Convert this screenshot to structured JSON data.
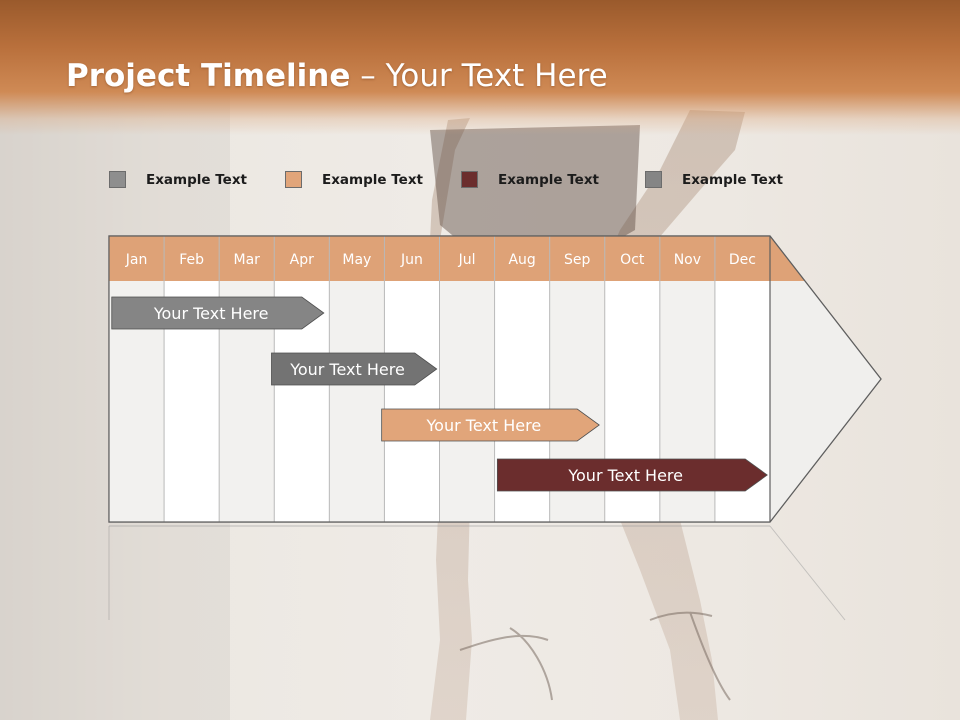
{
  "title": {
    "bold": "Project Timeline",
    "rest": " – Your Text Here"
  },
  "legend": [
    {
      "label": "Example Text",
      "color": "#8e8e8e"
    },
    {
      "label": "Example Text",
      "color": "#e1a57a"
    },
    {
      "label": "Example Text",
      "color": "#6b2d2d"
    },
    {
      "label": "Example Text",
      "color": "#858585"
    }
  ],
  "months": [
    "Jan",
    "Feb",
    "Mar",
    "Apr",
    "May",
    "Jun",
    "Jul",
    "Aug",
    "Sep",
    "Oct",
    "Nov",
    "Dec"
  ],
  "tasks": [
    {
      "label": "Your  Text Here",
      "start_month": 0.05,
      "end_month": 3.9,
      "color": "#858585"
    },
    {
      "label": "Your  Text Here",
      "start_month": 2.95,
      "end_month": 5.95,
      "color": "#737373"
    },
    {
      "label": "Your  Text Here",
      "start_month": 4.95,
      "end_month": 8.9,
      "color": "#e1a57a"
    },
    {
      "label": "Your  Text Here",
      "start_month": 7.05,
      "end_month": 11.95,
      "color": "#6b2d2d"
    }
  ],
  "colors": {
    "header_bar": "#c27a47",
    "month_header": "#dea277",
    "month_text": "#ffffff",
    "task_text": "#ffffff"
  }
}
